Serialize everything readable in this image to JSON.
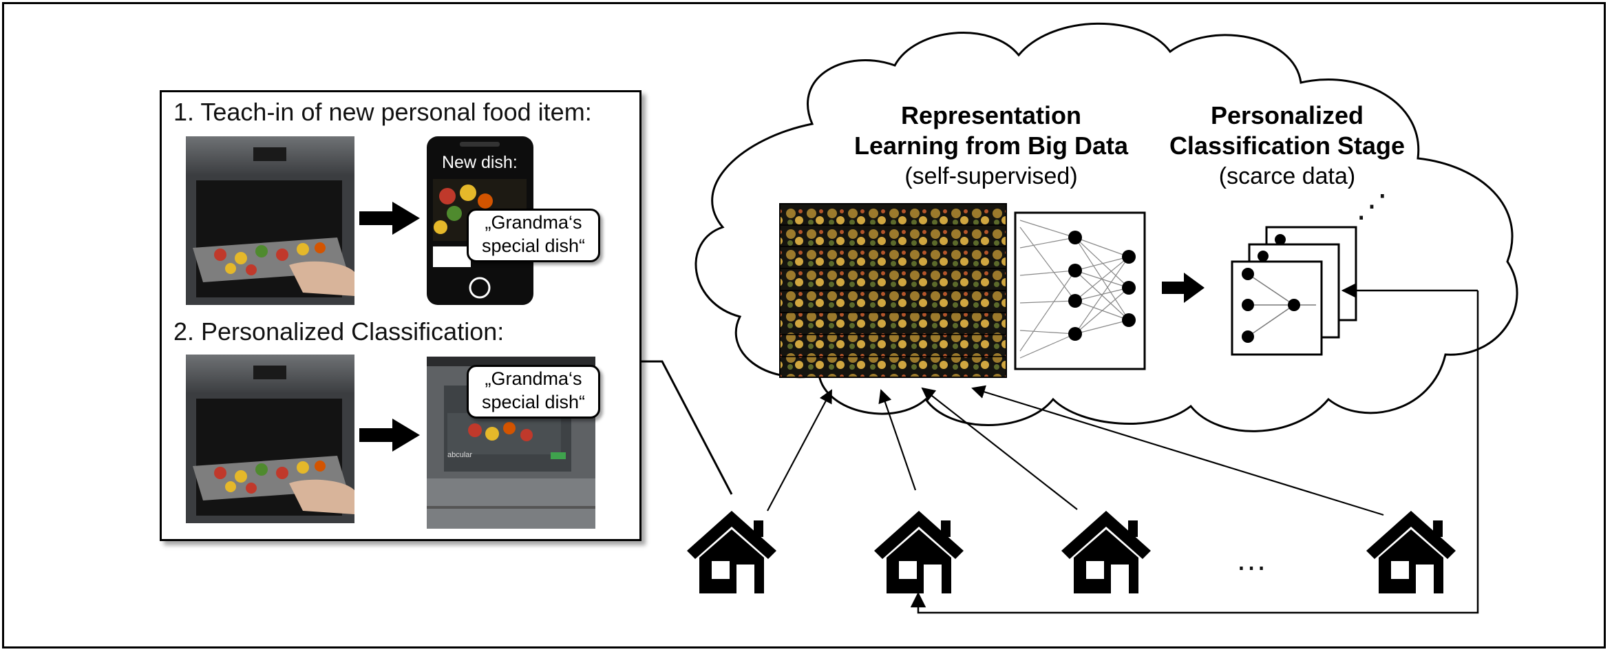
{
  "left_panel": {
    "step1_title": "1. Teach-in of new personal food item:",
    "phone_header": "New dish:",
    "bubble1": [
      "„Grandma‘s",
      "special dish“"
    ],
    "step2_title": "2. Personalized Classification:",
    "bubble2": [
      "„Grandma‘s",
      "special dish“"
    ],
    "oven_ui_text": "abcular"
  },
  "cloud": {
    "representation_title": [
      "Representation",
      "Learning from Big Data"
    ],
    "representation_sub": "(self-supervised)",
    "classification_title": [
      "Personalized",
      "Classification Stage"
    ],
    "classification_sub": "(scarce data)",
    "stack_ellipsis": "⋰"
  },
  "homes": {
    "ellipsis": "…",
    "icons": [
      "home-icon",
      "home-icon",
      "home-icon",
      "home-icon"
    ]
  },
  "colors": {
    "line": "#000000",
    "oven_steel": "#8a8d90",
    "oven_dark": "#1c1c1e",
    "food_red": "#c0392b",
    "food_yellow": "#e5b82a",
    "food_green": "#4f8a2e"
  }
}
